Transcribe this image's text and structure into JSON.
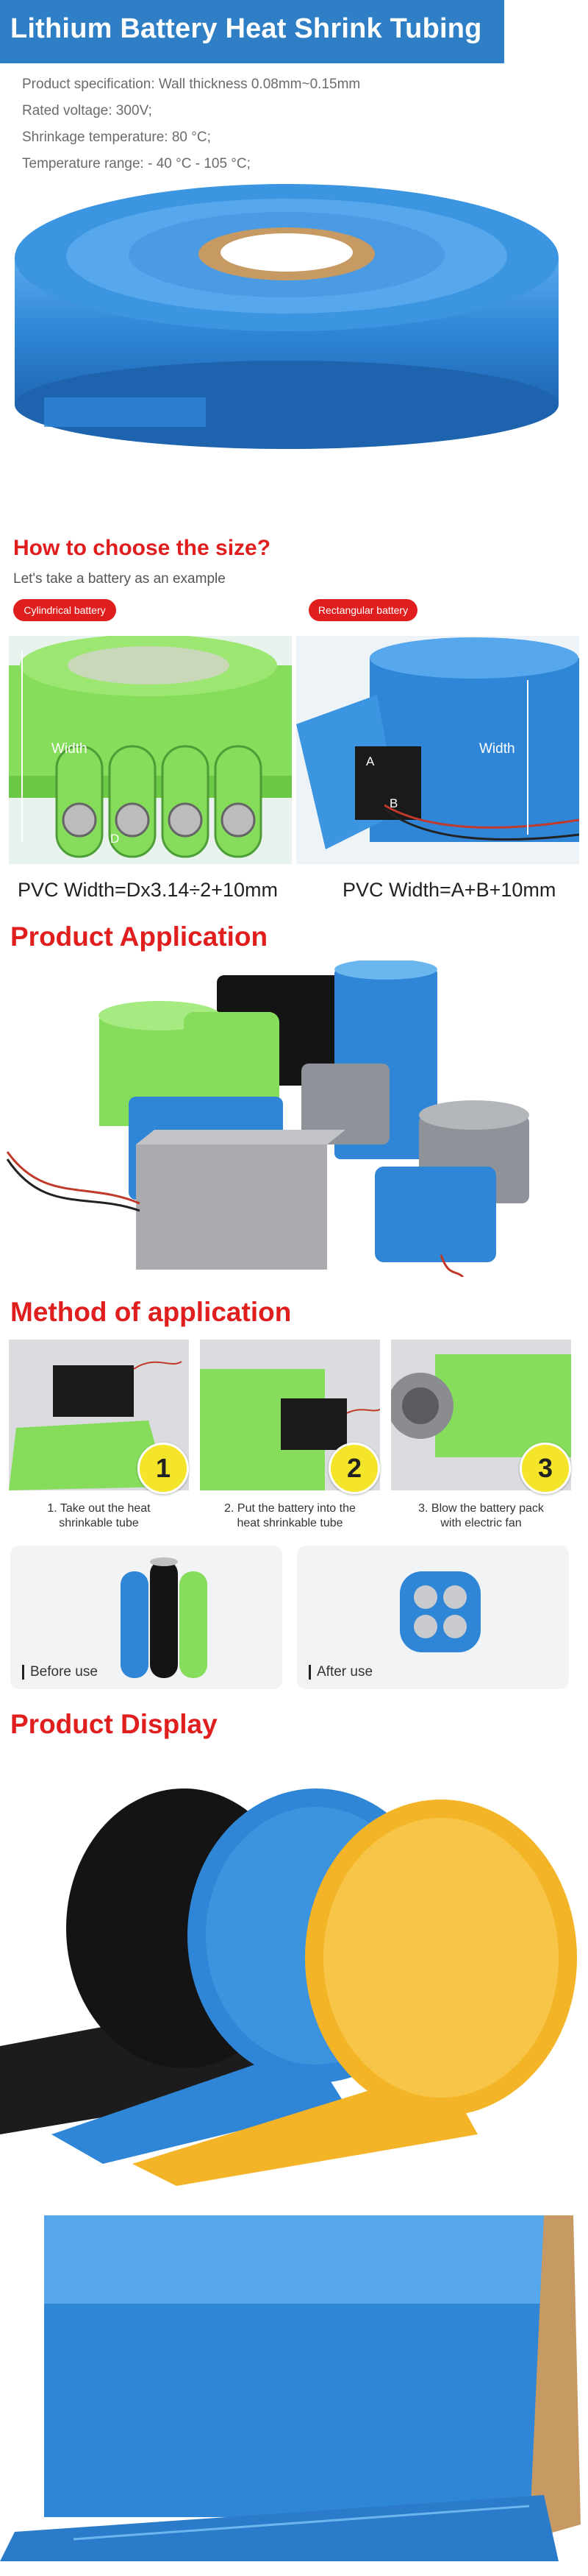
{
  "header": {
    "title": "Lithium Battery Heat Shrink Tubing",
    "specs": [
      "Product specification: Wall thickness 0.08mm~0.15mm",
      "Rated voltage: 300V;",
      "Shrinkage temperature: 80 °C;",
      "Temperature range: - 40 °C - 105 °C;"
    ]
  },
  "size": {
    "heading": "How to choose the size?",
    "subtitle": "Let's take a battery as an example",
    "cyl_label": "Cylindrical battery",
    "rect_label": "Rectangular battery",
    "width_label": "Width",
    "d_label": "D",
    "a_label": "A",
    "b_label": "B",
    "cyl_formula": "PVC Width=Dx3.14÷2+10mm",
    "rect_formula": "PVC Width=A+B+10mm"
  },
  "application": {
    "heading": "Product Application"
  },
  "method": {
    "heading": "Method of application",
    "steps": [
      {
        "num": "1",
        "caption_line1": "1. Take out the heat",
        "caption_line2": "shrinkable tube"
      },
      {
        "num": "2",
        "caption_line1": "2. Put the battery into the",
        "caption_line2": "heat shrinkable tube"
      },
      {
        "num": "3",
        "caption_line1": "3. Blow the battery pack",
        "caption_line2": "with electric fan"
      }
    ],
    "before_label": "Before use",
    "after_label": "After use"
  },
  "display": {
    "heading": "Product Display"
  },
  "colors": {
    "title_bar": "#2f7fc7",
    "heading_red": "#e01e1e",
    "tube_blue": "#2f86d6",
    "tube_green": "#86dd5c",
    "tube_yellow": "#f3b527",
    "tube_black": "#141414",
    "tube_gray": "#8f9399",
    "step_badge": "#f4e52a"
  }
}
